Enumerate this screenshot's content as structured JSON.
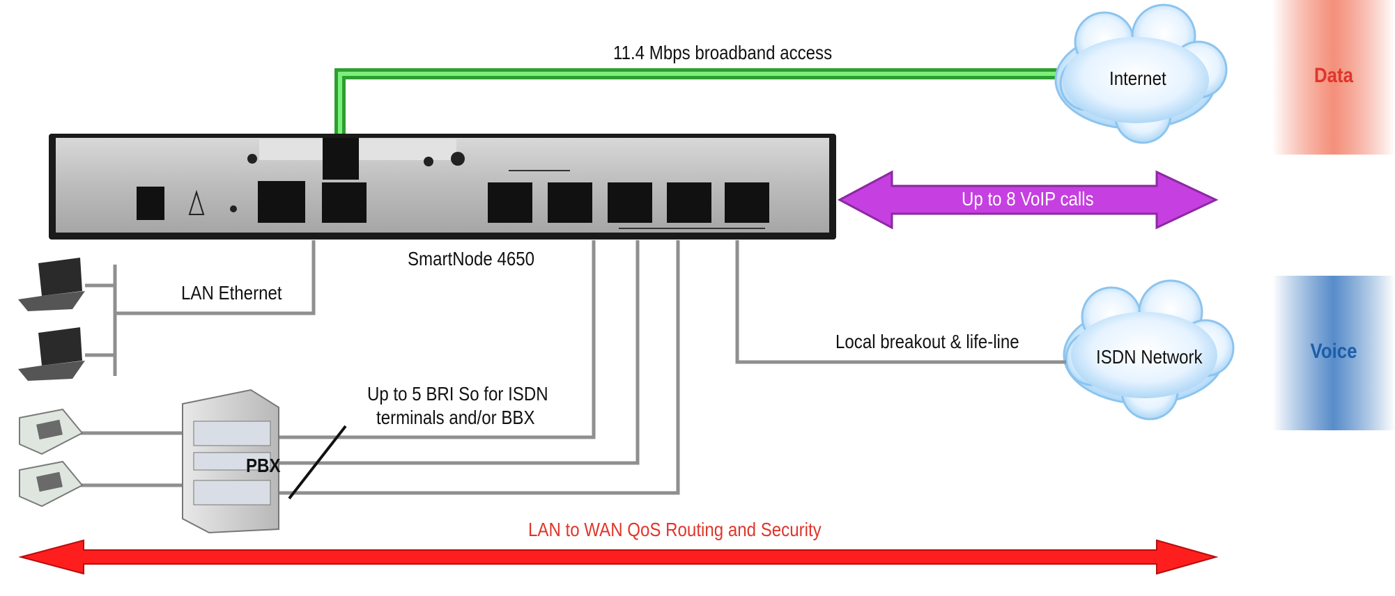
{
  "labels": {
    "broadband": "11.4 Mbps broadband access",
    "internet": "Internet",
    "voip": "Up to 8 VoIP calls",
    "device_name": "SmartNode 4650",
    "lan_ethernet": "LAN Ethernet",
    "local_breakout": "Local breakout & life-line",
    "isdn_network": "ISDN Network",
    "bri_line1": "Up to 5 BRI So for ISDN",
    "bri_line2": "terminals and/or BBX",
    "pbx": "PBX",
    "lan_wan": "LAN to WAN QoS Routing and Security"
  },
  "side": {
    "data": "Data",
    "voice": "Voice"
  },
  "colors": {
    "broadband_line": "#3fd13f",
    "voip_arrow": "#c63fe0",
    "lan_wan_arrow": "#ff1e1e",
    "data_band": "#f06a4e",
    "voice_band": "#3a78c0",
    "data_text": "#e0352a",
    "voice_text": "#1c5ea8",
    "wire": "#8f8f8f"
  }
}
